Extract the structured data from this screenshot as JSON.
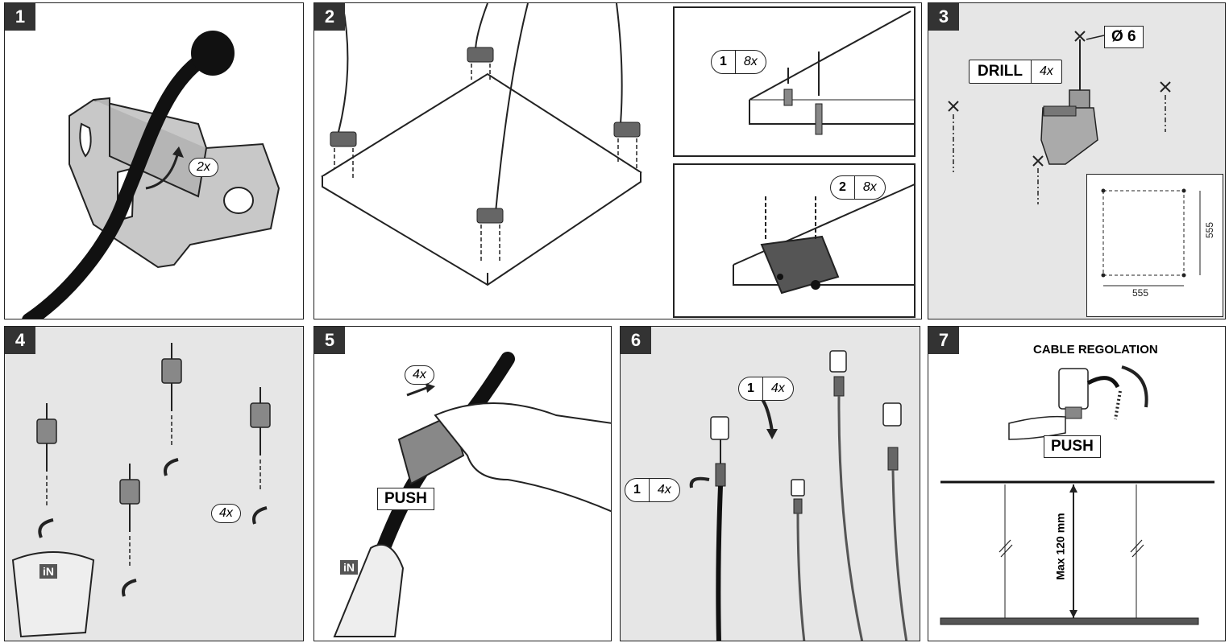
{
  "steps": {
    "s1": {
      "number": "1",
      "count": "2x"
    },
    "s2": {
      "number": "2",
      "a_step": "1",
      "a_count": "8x",
      "b_step": "2",
      "b_count": "8x"
    },
    "s3": {
      "number": "3",
      "diameter": "Ø 6",
      "drill": "DRILL",
      "drill_count": "4x",
      "dim_h": "555",
      "dim_v": "555"
    },
    "s4": {
      "number": "4",
      "count": "4x",
      "bag_tag": "iN"
    },
    "s5": {
      "number": "5",
      "count": "4x",
      "push": "PUSH",
      "bag_tag": "iN"
    },
    "s6": {
      "number": "6",
      "a_step": "1",
      "a_count": "4x",
      "b_step": "1",
      "b_count": "4x"
    },
    "s7": {
      "number": "7",
      "title": "CABLE REGOLATION",
      "push": "PUSH",
      "max": "Max 120 mm"
    }
  },
  "colors": {
    "panel_gray": "#e6e6e6",
    "badge": "#333333",
    "line": "#222222"
  }
}
